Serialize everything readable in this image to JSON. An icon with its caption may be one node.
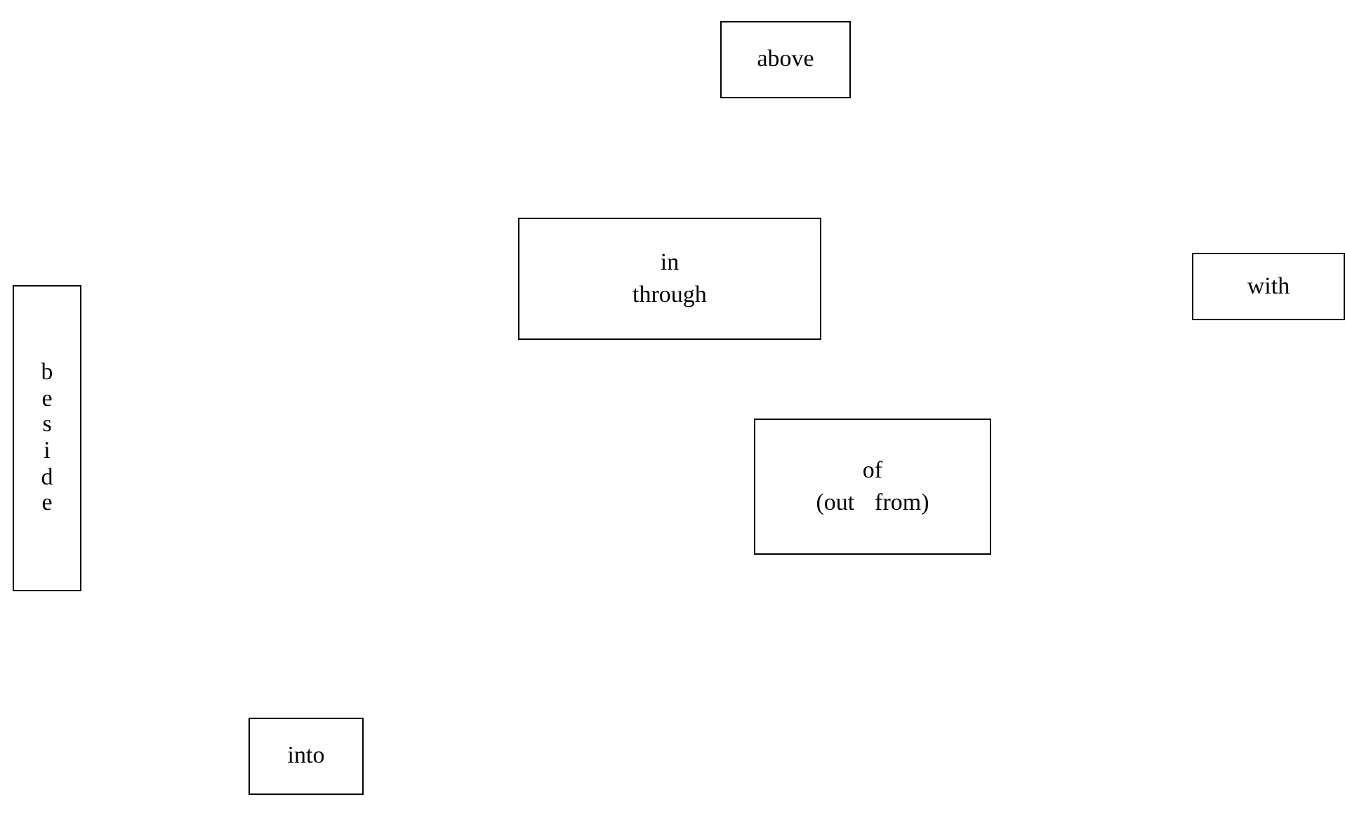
{
  "diagram": {
    "nodes": [
      {
        "text": [
          "above"
        ]
      },
      {
        "text": [
          "in",
          "through"
        ]
      },
      {
        "text": [
          "with"
        ]
      },
      {
        "text": [
          "beside"
        ]
      },
      {
        "text": [
          "of",
          "(out from)"
        ]
      },
      {
        "text": [
          "into"
        ]
      }
    ]
  }
}
